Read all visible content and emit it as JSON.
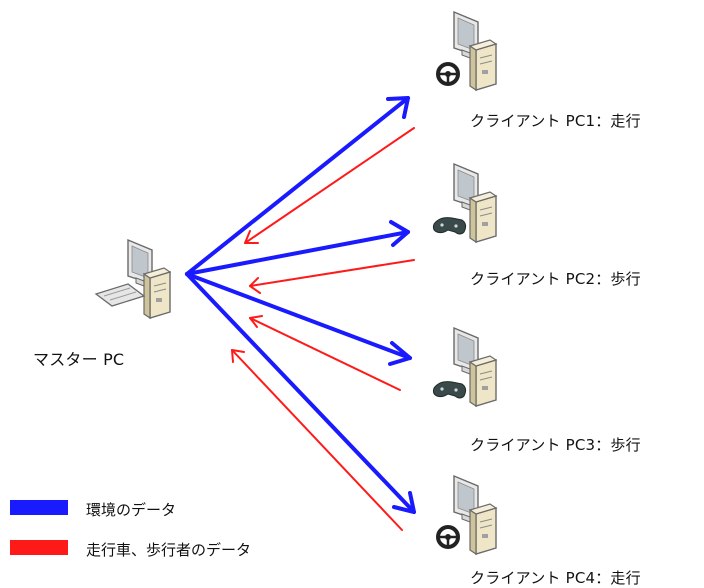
{
  "master": {
    "label": "マスター PC"
  },
  "clients": [
    {
      "label": "クライアント PC1：走行",
      "device": "steering-wheel"
    },
    {
      "label": "クライアント PC2：歩行",
      "device": "gamepad"
    },
    {
      "label": "クライアント PC3：歩行",
      "device": "gamepad"
    },
    {
      "label": "クライアント PC4：走行",
      "device": "steering-wheel"
    }
  ],
  "legend": [
    {
      "label": "環境のデータ",
      "color": "#1a1aff"
    },
    {
      "label": "走行車、歩行者のデータ",
      "color": "#ff1a1a"
    }
  ],
  "colors": {
    "environment_arrow": "#1a1aff",
    "vehicle_pedestrian_arrow": "#ff1a1a"
  }
}
